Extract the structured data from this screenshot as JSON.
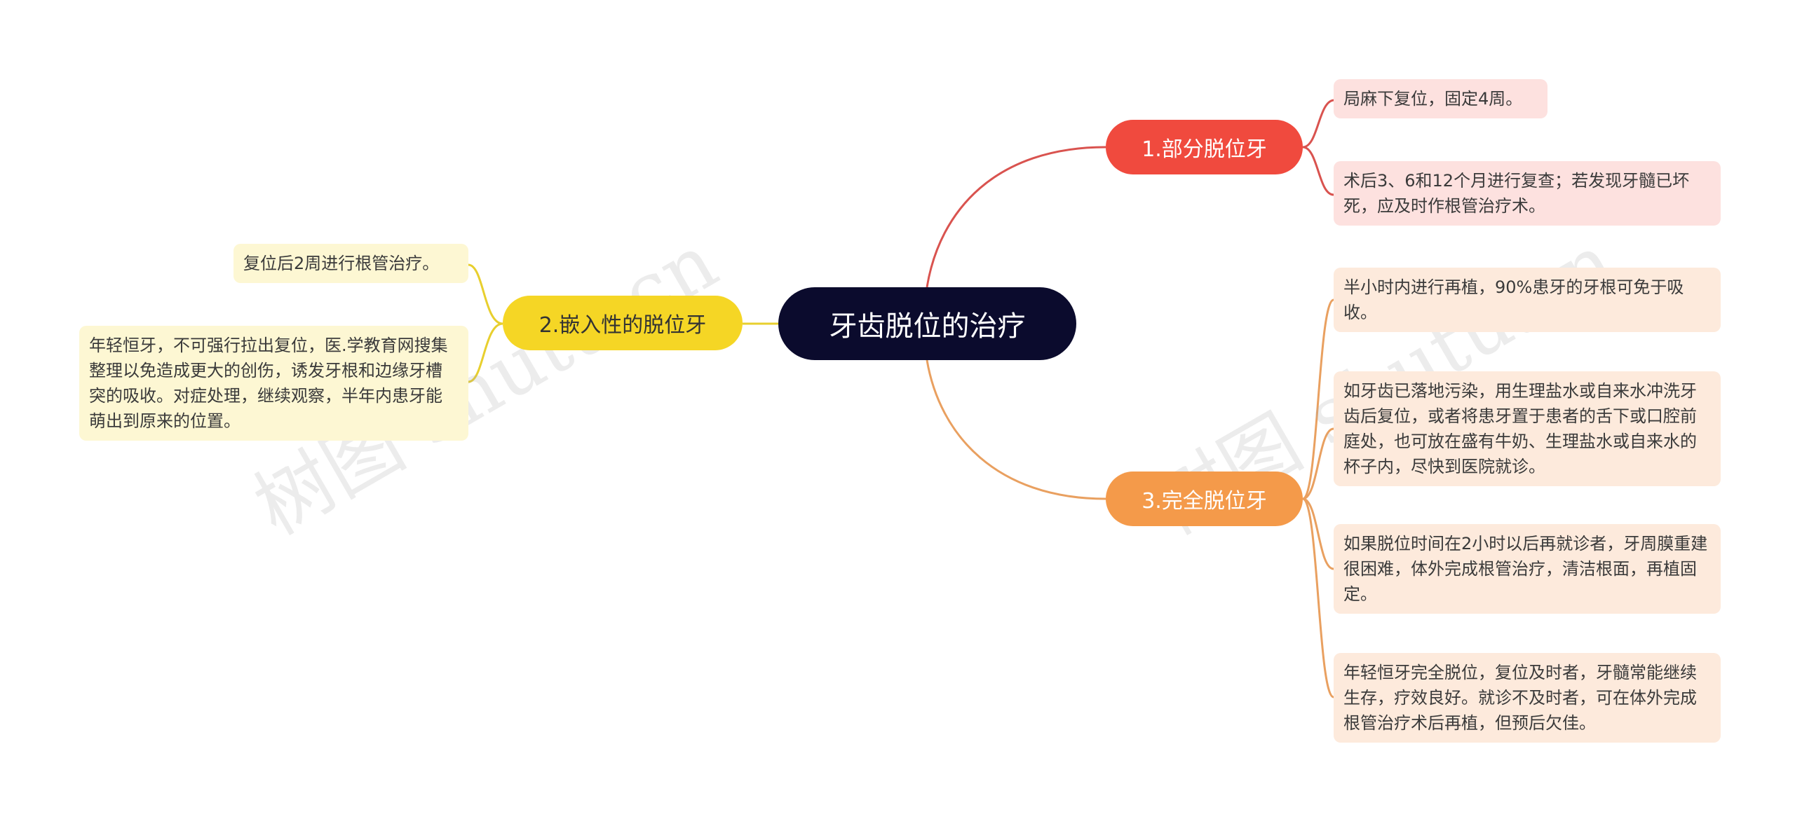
{
  "root": {
    "label": "牙齿脱位的治疗"
  },
  "branches": [
    {
      "label": "1.部分脱位牙",
      "color": "#f04a3e",
      "leaves": [
        "局麻下复位，固定4周。",
        "术后3、6和12个月进行复查；若发现牙髓已坏死，应及时作根管治疗术。"
      ]
    },
    {
      "label": "2.嵌入性的脱位牙",
      "color": "#f5d625",
      "leaves": [
        "复位后2周进行根管治疗。",
        "年轻恒牙，不可强行拉出复位，医.学教育网搜集整理以免造成更大的创伤，诱发牙根和边缘牙槽突的吸收。对症处理，继续观察，半年内患牙能萌出到原来的位置。"
      ]
    },
    {
      "label": "3.完全脱位牙",
      "color": "#f49a4a",
      "leaves": [
        "半小时内进行再植，90%患牙的牙根可免于吸收。",
        "如牙齿已落地污染，用生理盐水或自来水冲洗牙齿后复位，或者将患牙置于患者的舌下或口腔前庭处，也可放在盛有牛奶、生理盐水或自来水的杯子内，尽快到医院就诊。",
        "如果脱位时间在2小时以后再就诊者，牙周膜重建很困难，体外完成根管治疗，清洁根面，再植固定。",
        "年轻恒牙完全脱位，复位及时者，牙髓常能继续生存，疗效良好。就诊不及时者，可在体外完成根管治疗术后再植，但预后欠佳。"
      ]
    }
  ],
  "watermark": "树图 shutu.cn"
}
